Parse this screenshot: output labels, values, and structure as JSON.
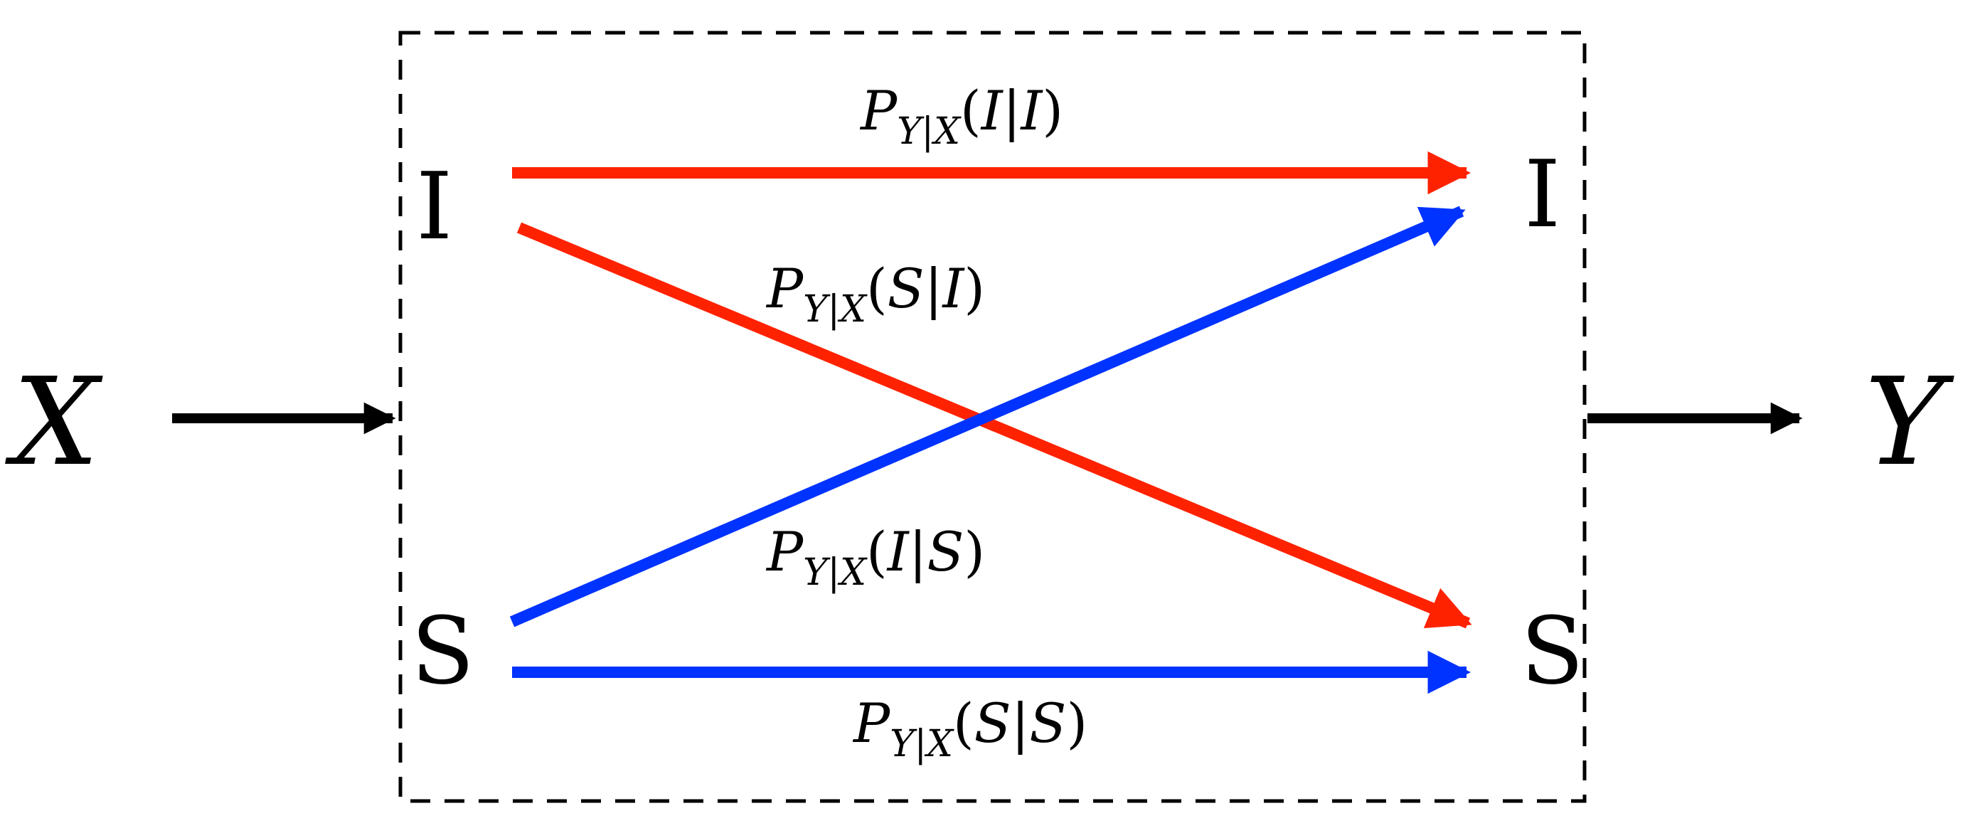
{
  "channel": {
    "input_label": "X",
    "output_label": "Y",
    "input_states": [
      "I",
      "S"
    ],
    "output_states": [
      "I",
      "S"
    ],
    "transitions": [
      {
        "from": "I",
        "to": "I",
        "label": {
          "p": "P",
          "sub": "Y|X",
          "arg1": "I",
          "arg2": "I"
        }
      },
      {
        "from": "I",
        "to": "S",
        "label": {
          "p": "P",
          "sub": "Y|X",
          "arg1": "S",
          "arg2": "I"
        }
      },
      {
        "from": "S",
        "to": "I",
        "label": {
          "p": "P",
          "sub": "Y|X",
          "arg1": "I",
          "arg2": "S"
        }
      },
      {
        "from": "S",
        "to": "S",
        "label": {
          "p": "P",
          "sub": "Y|X",
          "arg1": "S",
          "arg2": "S"
        }
      }
    ]
  },
  "colors": {
    "from_I": "#ff2200",
    "from_S": "#0033ff",
    "border": "#000000",
    "io_arrow": "#000000"
  }
}
